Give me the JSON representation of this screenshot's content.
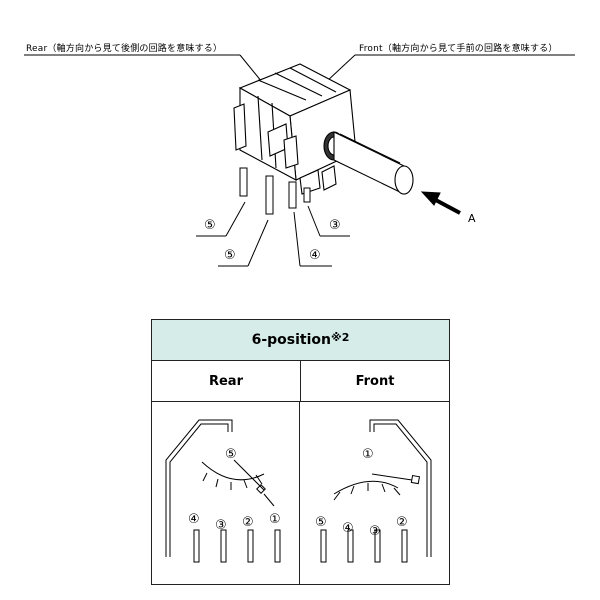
{
  "captions": {
    "rear": "Rear（軸方向から見て後側の回路を意味する）",
    "front": "Front（軸方向から見て手前の回路を意味する）"
  },
  "view_marker": "A",
  "body_pins": {
    "left_upper": "⑤",
    "left_lower": "⑤",
    "center": "④",
    "right": "③"
  },
  "table": {
    "title": "6-position",
    "note": "※2",
    "col_rear": "Rear",
    "col_front": "Front",
    "rear_pins": {
      "top": "⑤",
      "p4": "④",
      "p3": "③",
      "p2": "②",
      "p1": "①"
    },
    "front_pins": {
      "top": "①",
      "p5": "⑤",
      "p4": "④",
      "p3": "③",
      "p2": "②"
    }
  }
}
